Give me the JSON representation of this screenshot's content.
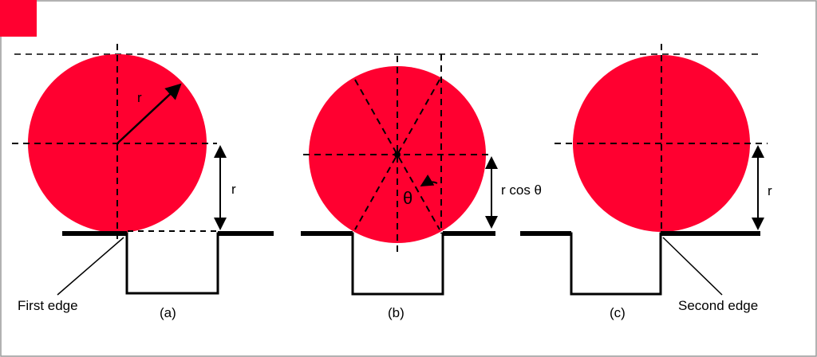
{
  "colors": {
    "ball": "#ff0030",
    "line": "#000000",
    "frame": "#999999"
  },
  "labels": {
    "radius_a": "r",
    "height_a": "r",
    "theta": "θ",
    "height_b": "r cos  θ",
    "height_c": "r",
    "first_edge": "First edge",
    "second_edge": "Second edge",
    "caption_a": "(a)",
    "caption_b": "(b)",
    "caption_c": "(c)"
  }
}
